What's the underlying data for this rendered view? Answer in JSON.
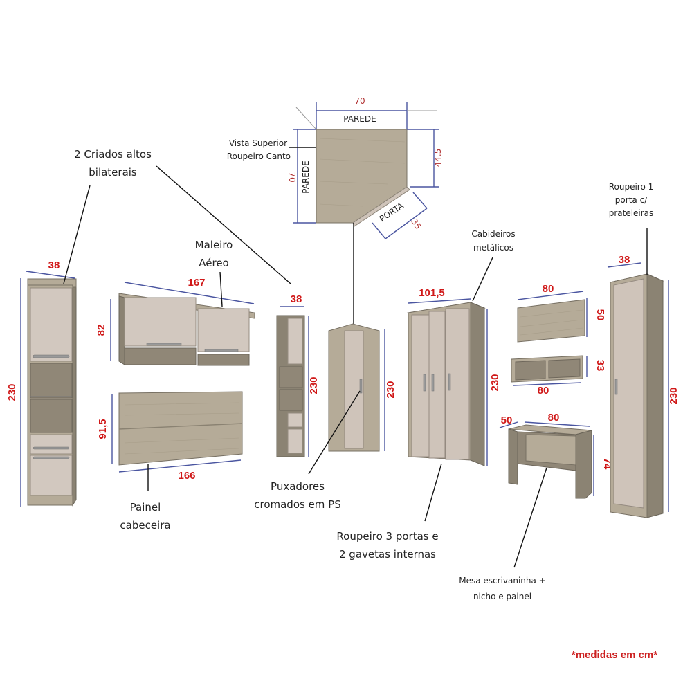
{
  "labels": {
    "criados_line1": "2 Criados altos",
    "criados_line2": "bilaterais",
    "maleiro_line1": "Maleiro",
    "maleiro_line2": "Aéreo",
    "vista_line1": "Vista Superior",
    "vista_line2": "Roupeiro Canto",
    "parede_top": "PAREDE",
    "parede_side": "PAREDE",
    "porta": "PORTA",
    "cabideiros_line1": "Cabideiros",
    "cabideiros_line2": "metálicos",
    "roupeiro1_line1": "Roupeiro 1",
    "roupeiro1_line2": "porta c/",
    "roupeiro1_line3": "prateleiras",
    "puxadores_line1": "Puxadores",
    "puxadores_line2": "cromados em PS",
    "painel_line1": "Painel",
    "painel_line2": "cabeceira",
    "roupeiro3_line1": "Roupeiro 3 portas e",
    "roupeiro3_line2": "2 gavetas internas",
    "mesa_line1": "Mesa escrivaninha +",
    "mesa_line2": "nicho e painel",
    "footnote": "*medidas em cm*"
  },
  "dimensions": {
    "criado_width": "38",
    "criado_height": "230",
    "maleiro_width": "167",
    "maleiro_height": "82",
    "painel_width": "166",
    "painel_height": "91,5",
    "nicho_width": "38",
    "nicho_height": "230",
    "canto_height": "230",
    "vista_top": "70",
    "vista_side": "70",
    "vista_right": "44.5",
    "vista_porta": "35",
    "roupeiro3_width": "101,5",
    "roupeiro3_height": "230",
    "painel_mesa_width": "80",
    "painel_mesa_height": "50",
    "nicho_mesa_height": "33",
    "nicho_mesa_width": "80",
    "mesa_depth": "50",
    "mesa_width": "80",
    "mesa_height": "74",
    "roupeiro1_width": "38",
    "roupeiro1_height": "230"
  }
}
